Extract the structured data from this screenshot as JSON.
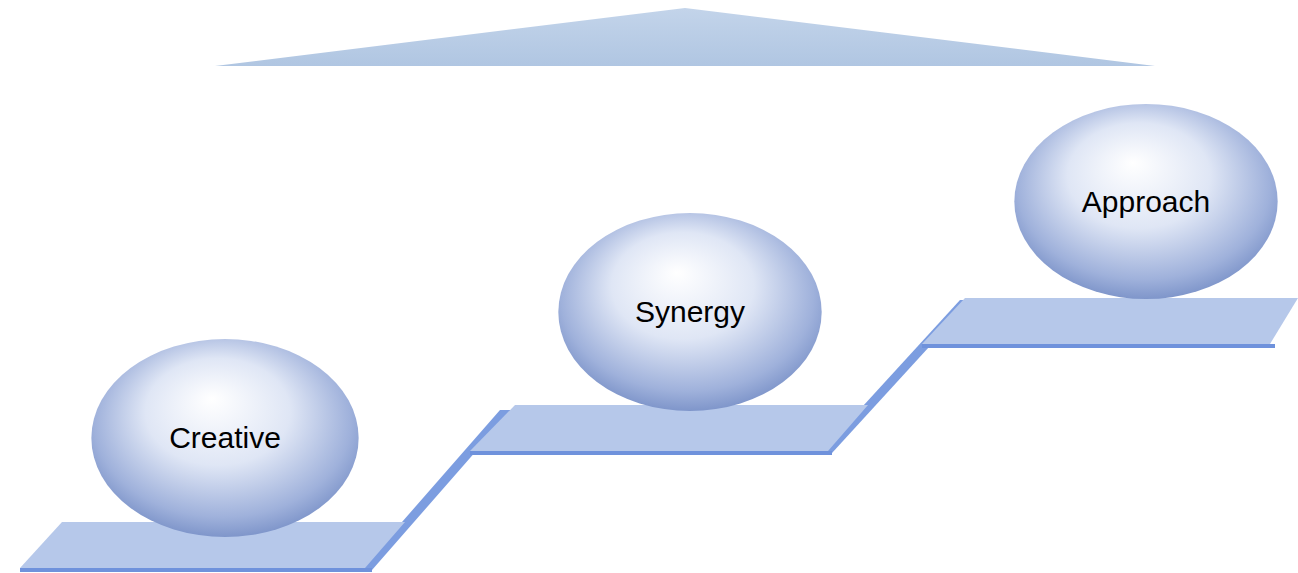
{
  "diagram": {
    "nodes": [
      {
        "text": [
          "Creative"
        ]
      },
      {
        "text": [
          "Synergy"
        ]
      },
      {
        "text": [
          "Approach"
        ]
      }
    ]
  }
}
